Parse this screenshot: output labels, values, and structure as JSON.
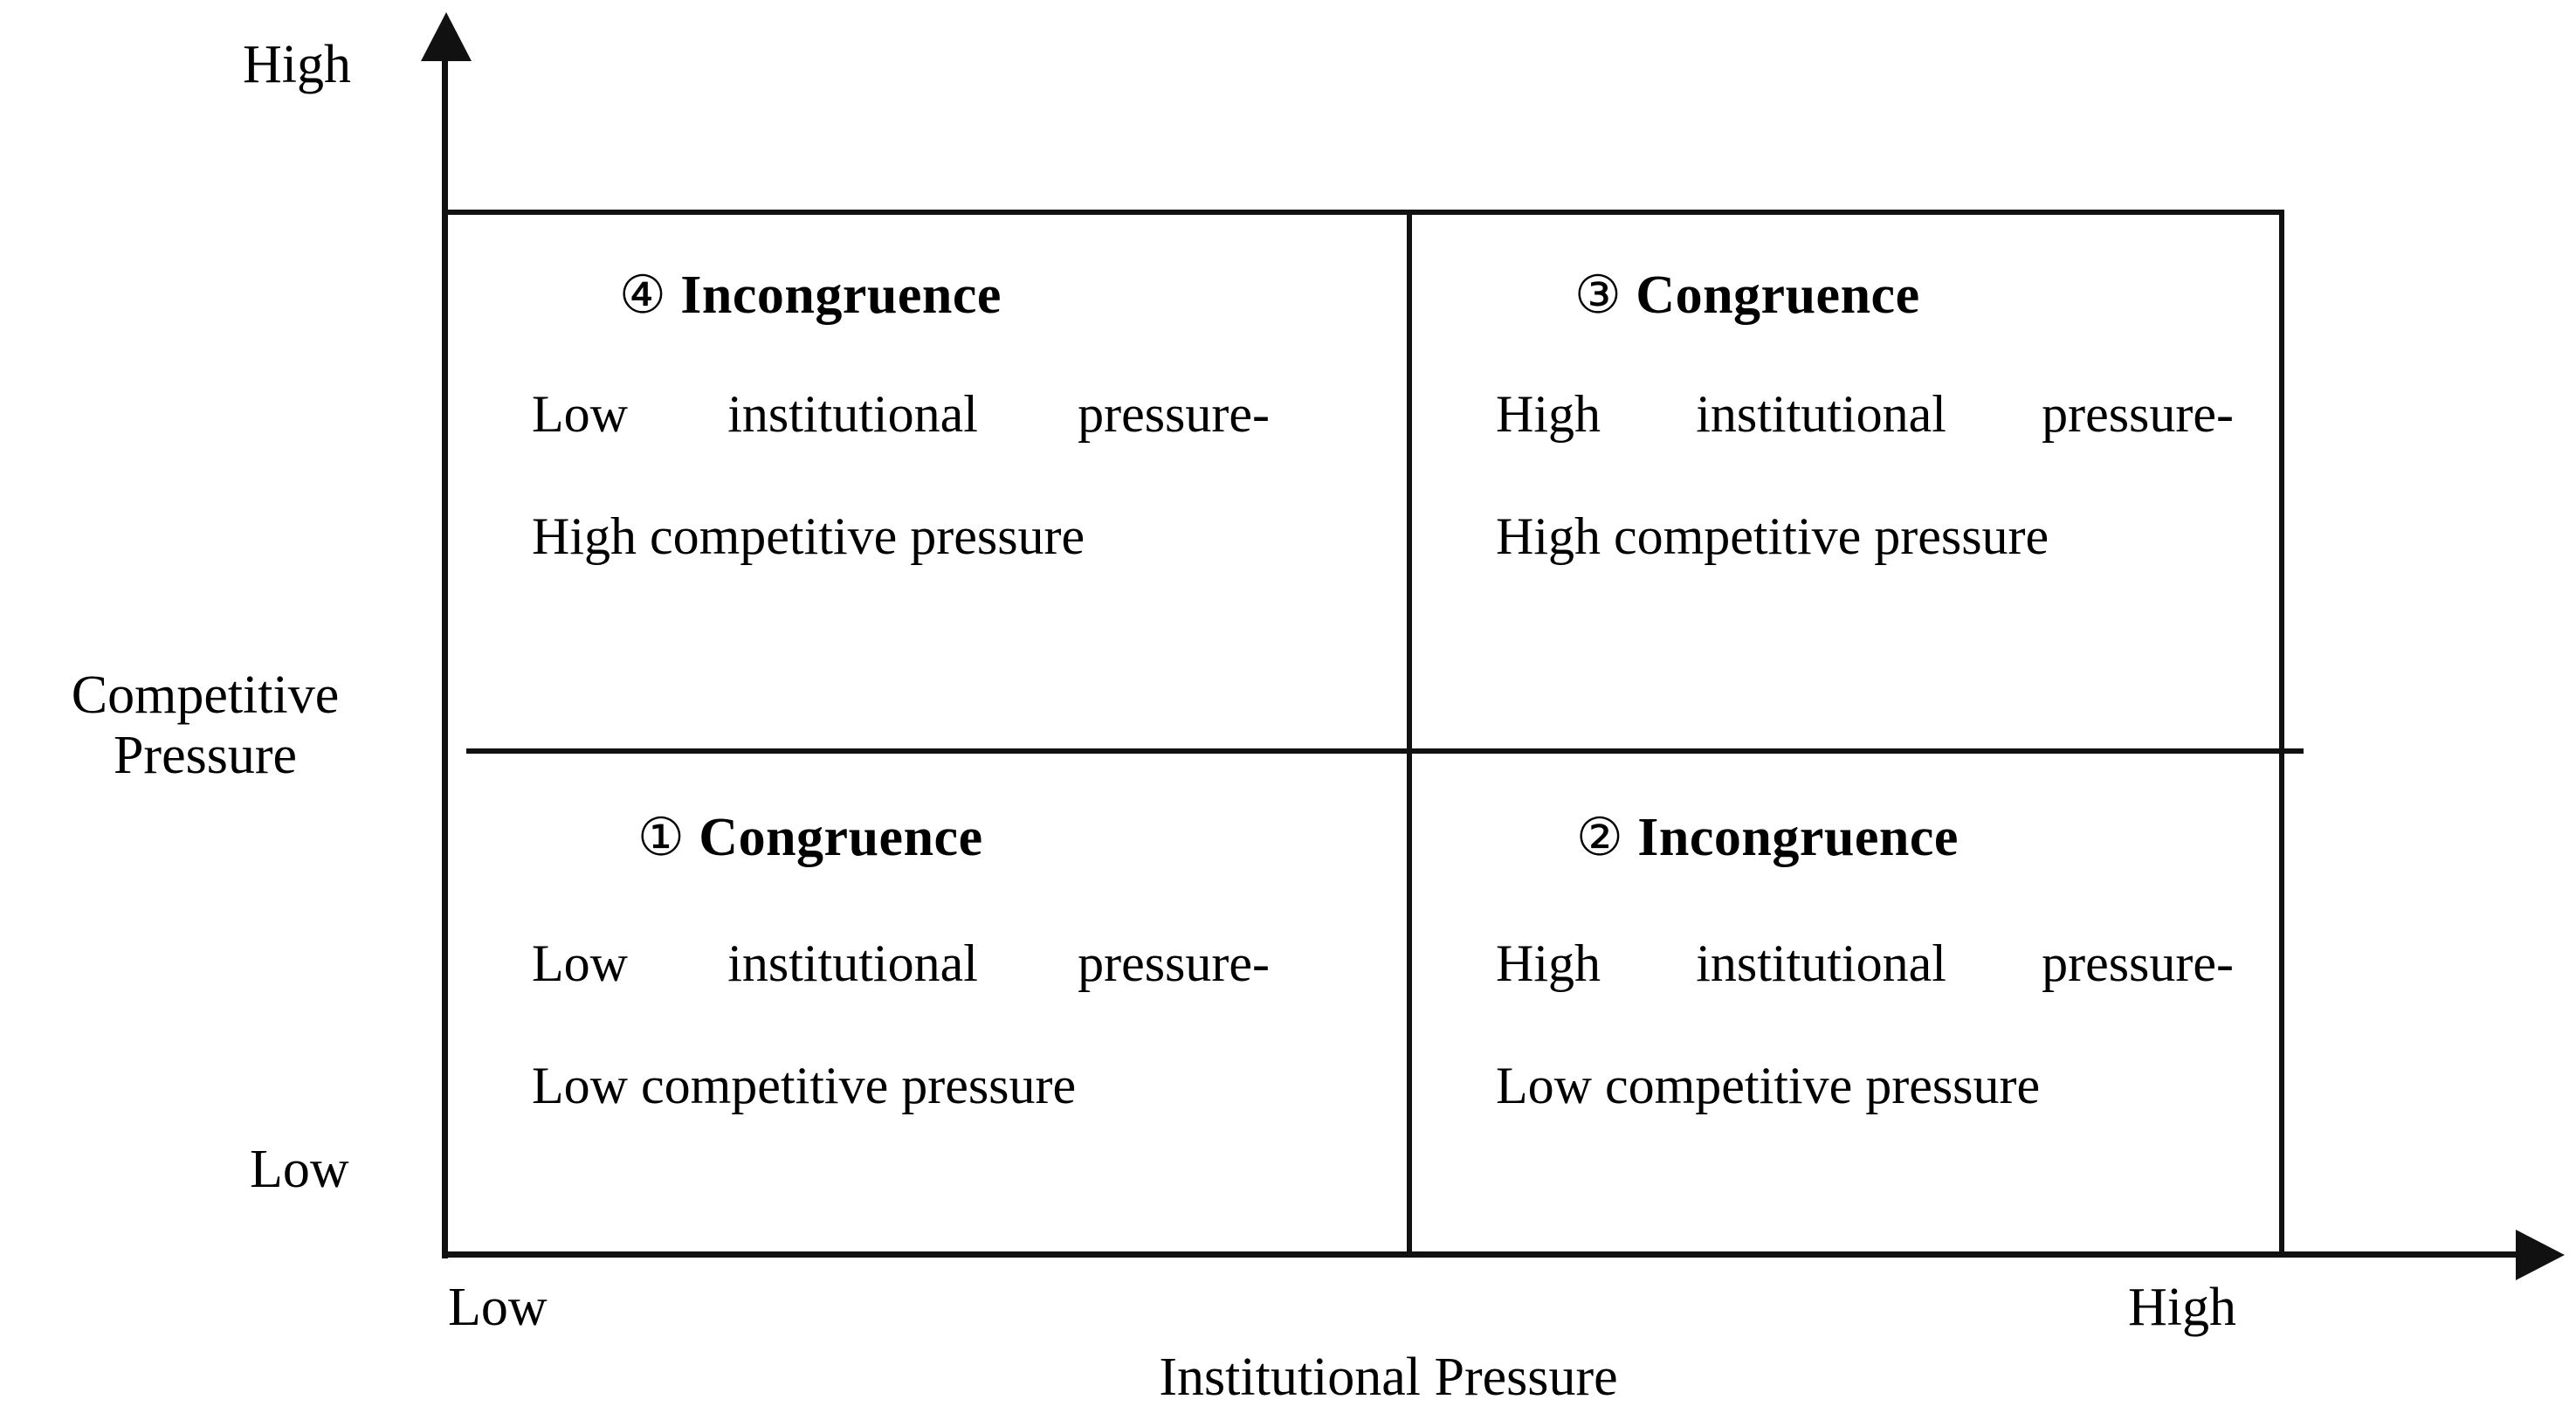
{
  "axes": {
    "y": {
      "title": "Competitive Pressure",
      "title_line1": "Competitive",
      "title_line2": "Pressure",
      "high_label": "High",
      "low_label": "Low",
      "arrow": "arrow-up"
    },
    "x": {
      "title": "Institutional Pressure",
      "high_label": "High",
      "low_label": "Low",
      "arrow": "arrow-right"
    }
  },
  "quadrants": [
    {
      "position": "top-left",
      "marker": "④",
      "number": 4,
      "heading": "Incongruence",
      "line1": "Low institutional pressure-",
      "line2": "High competitive pressure",
      "x_level": "Low",
      "y_level": "High"
    },
    {
      "position": "top-right",
      "marker": "③",
      "number": 3,
      "heading": "Congruence",
      "line1": "High institutional pressure-",
      "line2": "High competitive pressure",
      "x_level": "High",
      "y_level": "High"
    },
    {
      "position": "bottom-left",
      "marker": "①",
      "number": 1,
      "heading": "Congruence",
      "line1": "Low institutional pressure-",
      "line2": "Low competitive pressure",
      "x_level": "Low",
      "y_level": "Low"
    },
    {
      "position": "bottom-right",
      "marker": "②",
      "number": 2,
      "heading": "Incongruence",
      "line1": "High institutional pressure-",
      "line2": "Low competitive pressure",
      "x_level": "High",
      "y_level": "Low"
    }
  ],
  "colors": {
    "line": "#111111",
    "text": "#000000",
    "background": "#ffffff"
  }
}
